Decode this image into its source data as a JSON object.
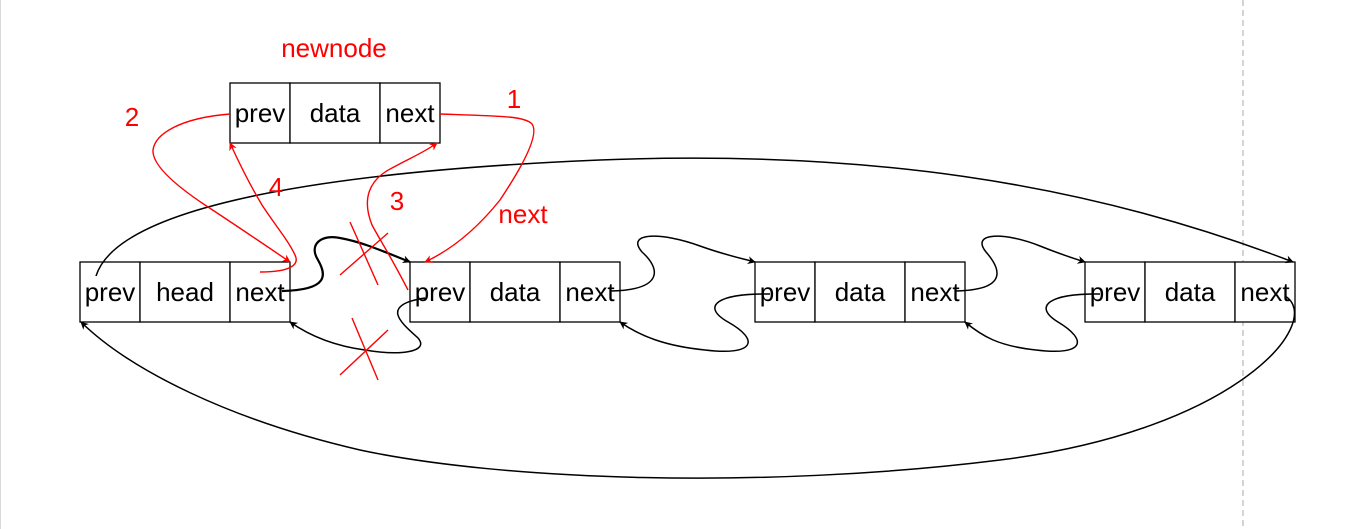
{
  "labels": {
    "newnode": "newnode",
    "step1": "1",
    "step2": "2",
    "step3": "3",
    "step4": "4",
    "next": "next"
  },
  "nodes": {
    "newnode": {
      "prev": "prev",
      "data": "data",
      "next": "next"
    },
    "head": {
      "prev": "prev",
      "data": "head",
      "next": "next"
    },
    "node1": {
      "prev": "prev",
      "data": "data",
      "next": "next"
    },
    "node2": {
      "prev": "prev",
      "data": "data",
      "next": "next"
    },
    "node3": {
      "prev": "prev",
      "data": "data",
      "next": "next"
    }
  },
  "colors": {
    "stroke": "#000000",
    "accent": "#ff0000",
    "guide": "#bdbdbd"
  }
}
